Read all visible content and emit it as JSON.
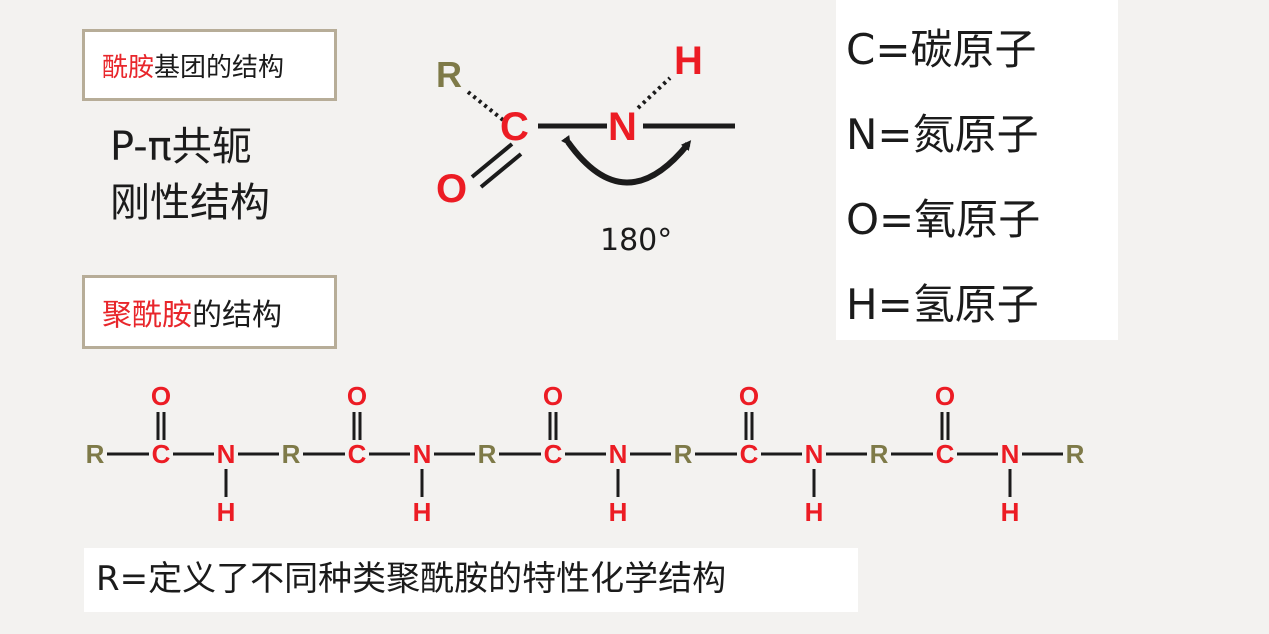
{
  "amide_box": {
    "part_red": "酰胺",
    "part_black": "基团的结构"
  },
  "conjugation": {
    "line1": "P-π共轭",
    "line2": "刚性结构"
  },
  "polyamide_box": {
    "part_red": "聚酰胺",
    "part_black": "的结构"
  },
  "legend": [
    {
      "text": "C=碳原子"
    },
    {
      "text": "N=氮原子"
    },
    {
      "text": "O=氧原子"
    },
    {
      "text": "H=氢原子"
    }
  ],
  "molecule": {
    "atoms": {
      "r": "R",
      "c": "C",
      "n": "N",
      "o": "O",
      "h": "H"
    },
    "angle_label": "180°"
  },
  "chain": {
    "units": 5,
    "atoms": {
      "r": "R",
      "c": "C",
      "n": "N",
      "o": "O",
      "h": "H"
    }
  },
  "r_definition": "R=定义了不同种类聚酰胺的特性化学结构",
  "colors": {
    "red_text": "#e8262b",
    "atom_red": "#ec1c24",
    "atom_r": "#7e7a48",
    "box_border": "#b7ad98"
  }
}
